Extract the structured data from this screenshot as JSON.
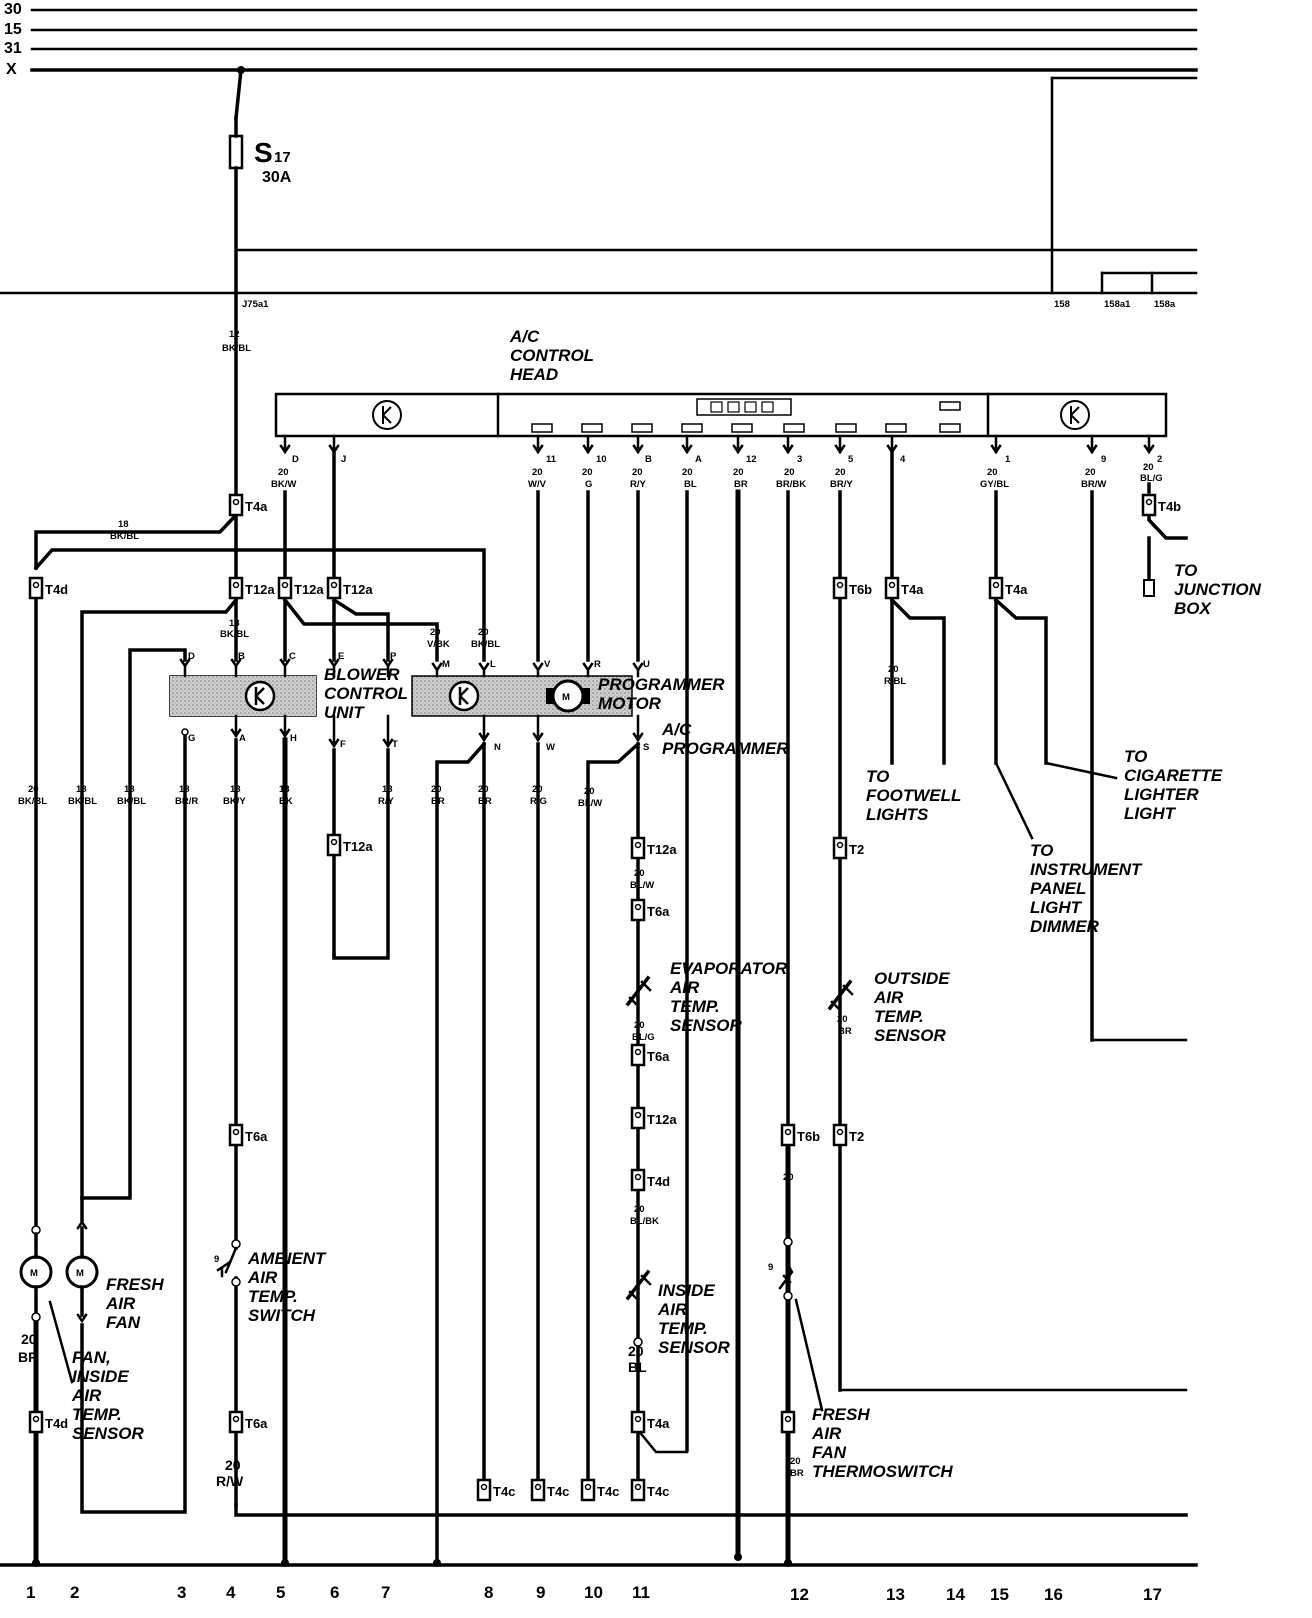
{
  "bus_lines": [
    "30",
    "15",
    "31",
    "X"
  ],
  "fuse": {
    "name": "S",
    "number": "17",
    "rating": "30A"
  },
  "terminals": {
    "left": "J75a1",
    "t158": "158",
    "t158a1": "158a1",
    "t158a": "158a"
  },
  "components": {
    "control_head": [
      "A/C",
      "CONTROL",
      "HEAD"
    ],
    "blower_unit": [
      "BLOWER",
      "CONTROL",
      "UNIT"
    ],
    "programmer_motor": [
      "PROGRAMMER",
      "MOTOR"
    ],
    "ac_programmer": [
      "A/C",
      "PROGRAMMER"
    ],
    "junction_box": [
      "TO",
      "JUNCTION",
      "BOX"
    ],
    "footwell": [
      "TO",
      "FOOTWELL",
      "LIGHTS"
    ],
    "cigarette": [
      "TO",
      "CIGARETTE",
      "LIGHTER",
      "LIGHT"
    ],
    "instrument": [
      "TO",
      "INSTRUMENT",
      "PANEL",
      "LIGHT",
      "DIMMER"
    ],
    "evaporator": [
      "EVAPORATOR",
      "AIR",
      "TEMP.",
      "SENSOR"
    ],
    "outside": [
      "OUTSIDE",
      "AIR",
      "TEMP.",
      "SENSOR"
    ],
    "fresh_air_fan": [
      "FRESH",
      "AIR",
      "FAN"
    ],
    "fan_inside": [
      "FAN,",
      "INSIDE",
      "AIR",
      "TEMP.",
      "SENSOR"
    ],
    "ambient": [
      "AMBIENT",
      "AIR",
      "TEMP.",
      "SWITCH"
    ],
    "inside_sensor": [
      "INSIDE",
      "AIR",
      "TEMP.",
      "SENSOR"
    ],
    "thermoswitch": [
      "FRESH",
      "AIR",
      "FAN",
      "THERMOSWITCH"
    ]
  },
  "head_pins": [
    "D",
    "J",
    "11",
    "10",
    "B",
    "A",
    "12",
    "3",
    "5",
    "4",
    "1",
    "9",
    "2"
  ],
  "head_wires": [
    {
      "gauge": "20",
      "color": "BK/W"
    },
    {
      "gauge": "20",
      "color": "W/V"
    },
    {
      "gauge": "20",
      "color": "G"
    },
    {
      "gauge": "20",
      "color": "R/Y"
    },
    {
      "gauge": "20",
      "color": "BL"
    },
    {
      "gauge": "20",
      "color": "BR"
    },
    {
      "gauge": "20",
      "color": "BR/BK"
    },
    {
      "gauge": "20",
      "color": "BR/Y"
    },
    {
      "gauge": "20",
      "color": "GY/BL"
    },
    {
      "gauge": "20",
      "color": "BR/W"
    },
    {
      "gauge": "20",
      "color": "BL/G"
    }
  ],
  "wires_misc": {
    "main": {
      "gauge": "12",
      "color": "BK/BL"
    },
    "branch18": {
      "gauge": "18",
      "color": "BK/BL"
    },
    "b18": {
      "gauge": "18",
      "color": "BK/BL"
    },
    "vbk": {
      "gauge": "20",
      "color": "V/BK"
    },
    "bkbl20": {
      "gauge": "20",
      "color": "BK/BL"
    },
    "rbl": {
      "gauge": "20",
      "color": "R/BL"
    }
  },
  "unit_pins": {
    "blower_top": [
      "D",
      "B",
      "C",
      "E",
      "P"
    ],
    "blower_bottom": [
      "G",
      "A",
      "H",
      "F",
      "T"
    ],
    "prog_top": [
      "M",
      "L",
      "V",
      "R",
      "U"
    ],
    "prog_bottom": [
      "N",
      "W",
      "S"
    ]
  },
  "lower_wires": [
    {
      "gauge": "20",
      "color": "BK/BL"
    },
    {
      "gauge": "18",
      "color": "BK/BL"
    },
    {
      "gauge": "18",
      "color": "BK/BL"
    },
    {
      "gauge": "18",
      "color": "BR/R"
    },
    {
      "gauge": "18",
      "color": "BK/Y"
    },
    {
      "gauge": "18",
      "color": "BK"
    },
    {
      "gauge": "18",
      "color": "R/Y"
    },
    {
      "gauge": "20",
      "color": "BR"
    },
    {
      "gauge": "20",
      "color": "BR"
    },
    {
      "gauge": "20",
      "color": "R/G"
    },
    {
      "gauge": "20",
      "color": "BL/W"
    }
  ],
  "sensor_wires": [
    {
      "gauge": "20",
      "color": "BL/W"
    },
    {
      "gauge": "20",
      "color": "BL/G"
    },
    {
      "gauge": "20",
      "color": "BL/BK"
    },
    {
      "gauge": "20",
      "color": "BL"
    },
    {
      "gauge": "20",
      "color": "BR"
    },
    {
      "gauge": "20",
      "color": "BR"
    },
    {
      "gauge": "20",
      "color": "R/W"
    },
    {
      "gauge": "20",
      "color": ""
    }
  ],
  "connectors": {
    "T4a": "T4a",
    "T4b": "T4b",
    "T4c": "T4c",
    "T4d": "T4d",
    "T12a": "T12a",
    "T6a": "T6a",
    "T6b": "T6b",
    "T2": "T2"
  },
  "column_numbers": [
    "1",
    "2",
    "3",
    "4",
    "5",
    "6",
    "7",
    "8",
    "9",
    "10",
    "11",
    "12",
    "13",
    "14",
    "15",
    "16",
    "17"
  ]
}
